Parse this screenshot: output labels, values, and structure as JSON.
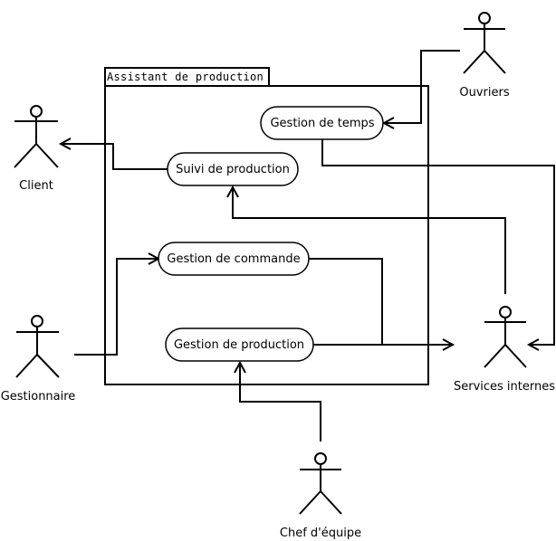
{
  "system": {
    "title": "Assistant de production"
  },
  "use_cases": {
    "gestion_temps": "Gestion de temps",
    "suivi_production": "Suivi de production",
    "gestion_commande": "Gestion de commande",
    "gestion_production": "Gestion de production"
  },
  "actors": {
    "ouvriers": "Ouvriers",
    "client": "Client",
    "gestionnaire": "Gestionnaire",
    "services_internes": "Services internes",
    "chef_equipe": "Chef d'équipe"
  }
}
